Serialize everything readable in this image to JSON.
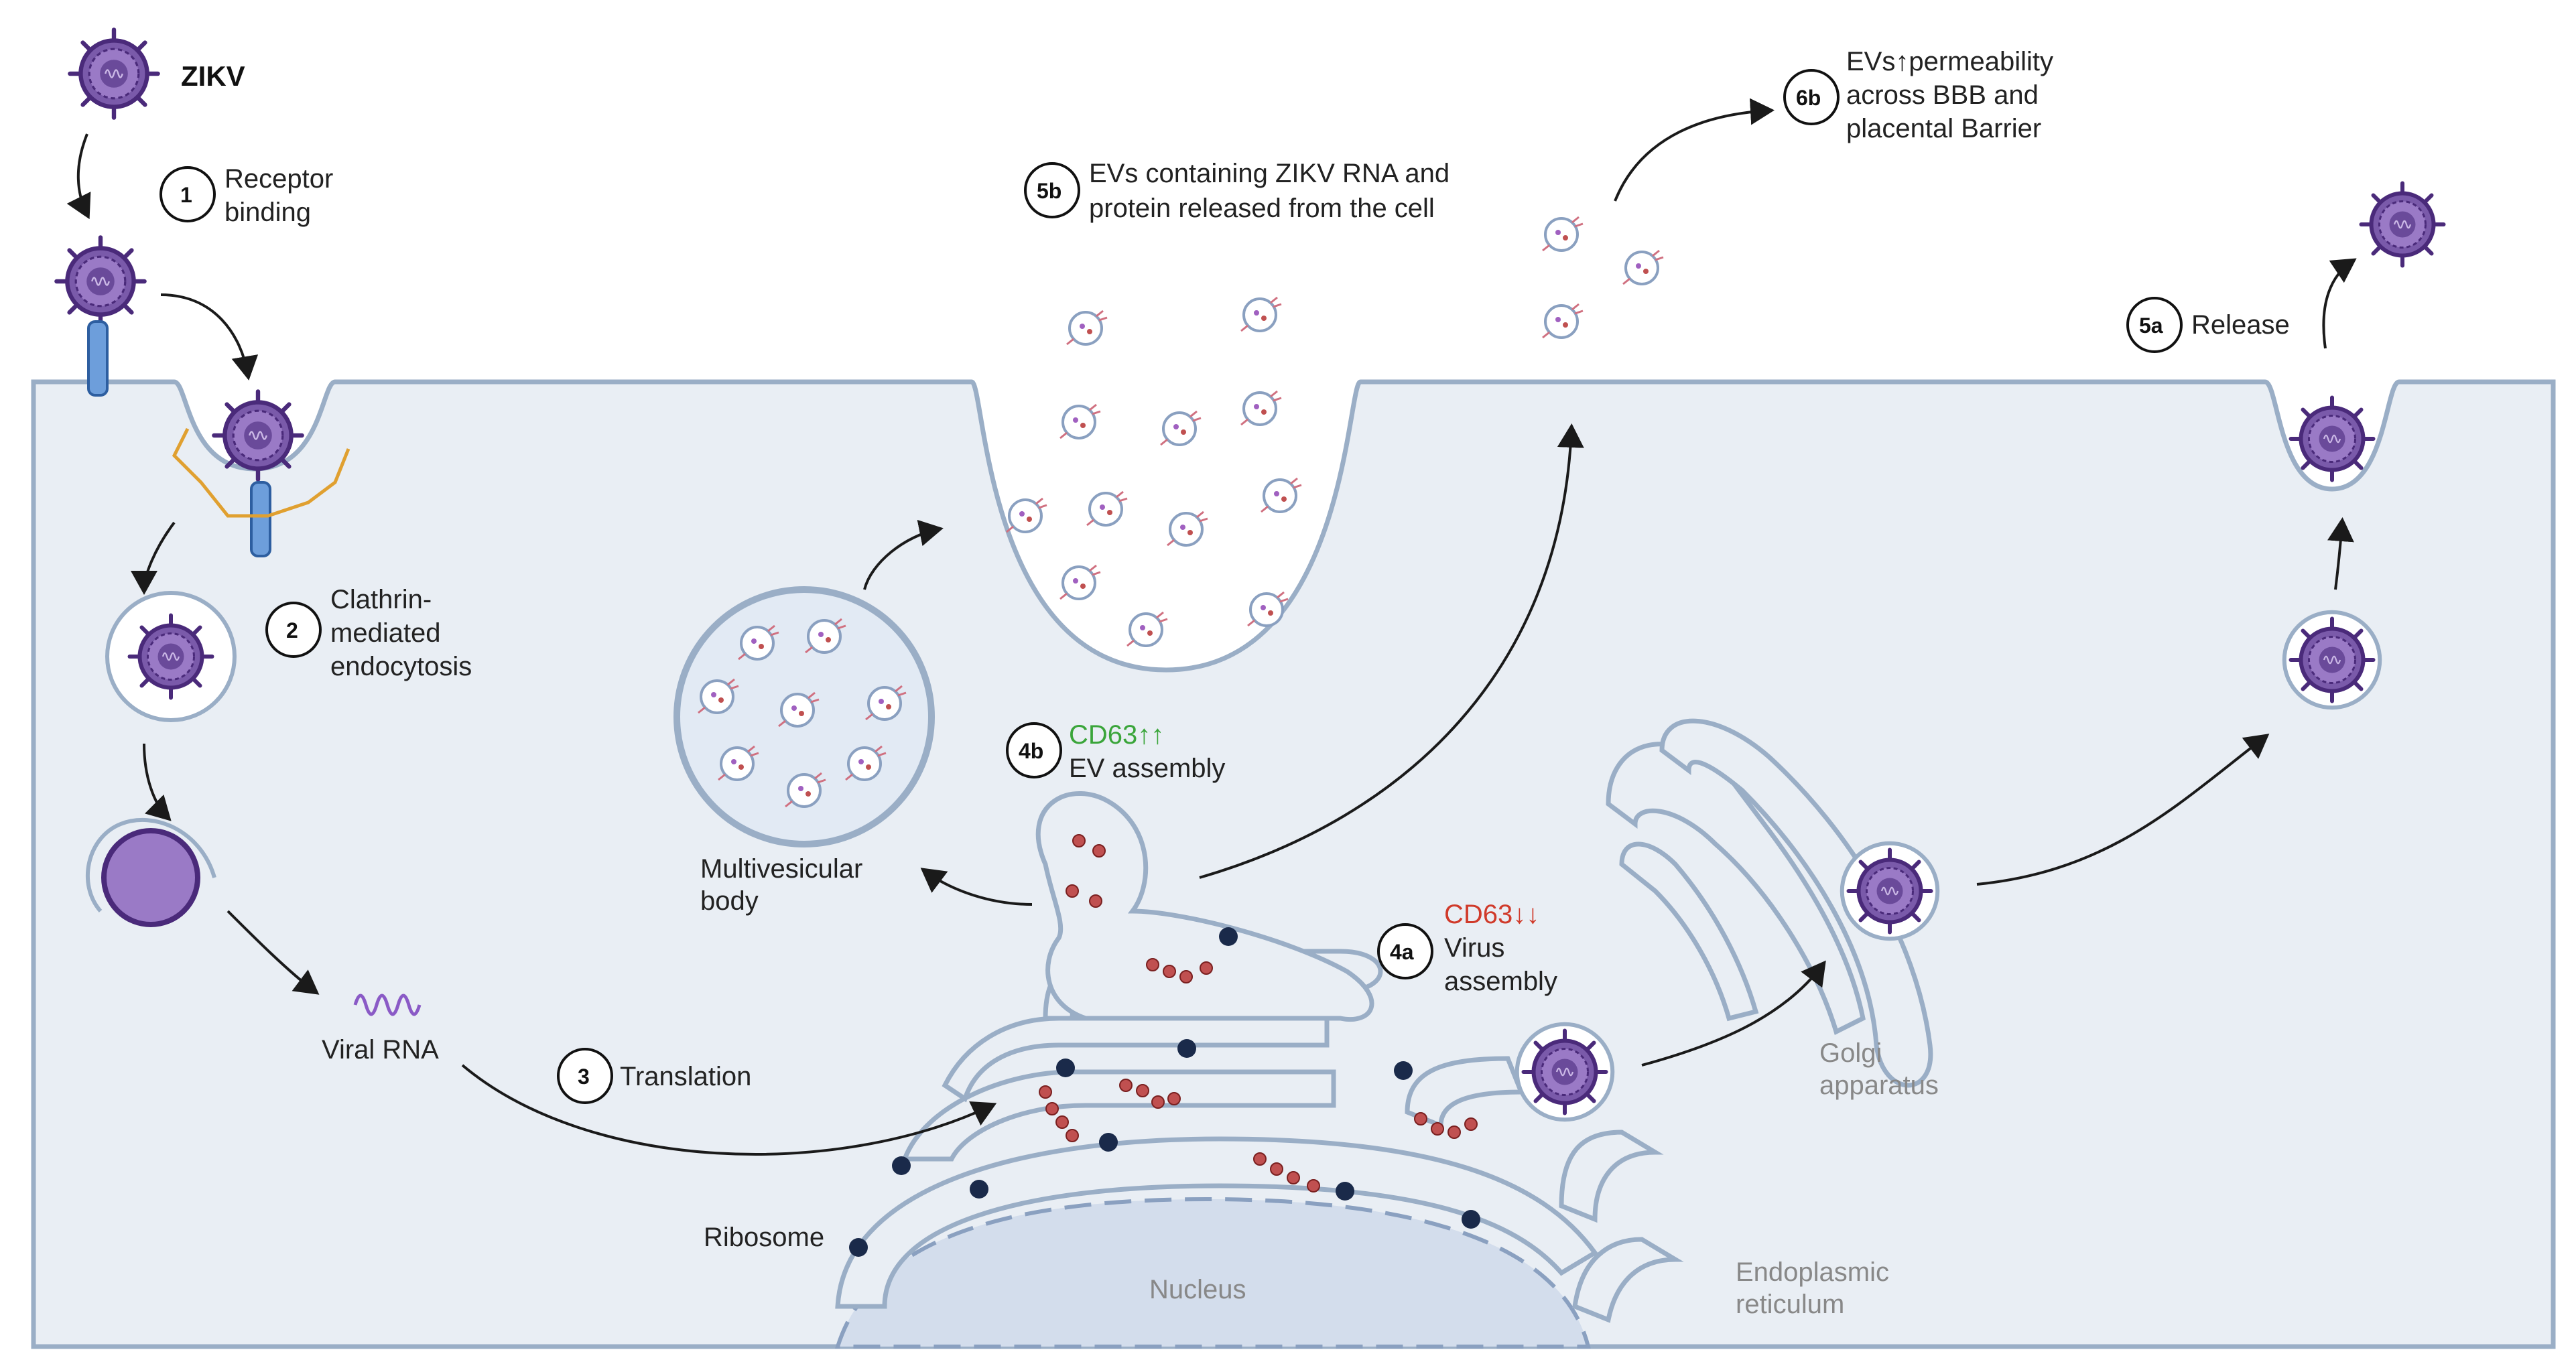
{
  "labels": {
    "zikv": "ZIKV",
    "receptor_binding": [
      "Receptor",
      "binding"
    ],
    "clathrin": [
      "Clathrin-",
      "mediated",
      "endocytosis"
    ],
    "viral_rna": "Viral RNA",
    "translation": "Translation",
    "ribosome": "Ribosome",
    "nucleus": "Nucleus",
    "er": [
      "Endoplasmic",
      "reticulum"
    ],
    "golgi": [
      "Golgi",
      "apparatus"
    ],
    "mvb": [
      "Multivesicular",
      "body"
    ],
    "ev_assembly_cd63": "CD63↑↑",
    "ev_assembly": "EV assembly",
    "virus_assembly_cd63": "CD63↓↓",
    "virus_assembly": [
      "Virus",
      "assembly"
    ],
    "evs_released": [
      "EVs containing ZIKV RNA and",
      "protein released from the cell"
    ],
    "evs_permeability": [
      "EVs↑permeability",
      "across BBB and",
      "placental Barrier"
    ],
    "release": "Release"
  },
  "steps": {
    "s1": "1",
    "s2": "2",
    "s3": "3",
    "s4a": "4a",
    "s4b": "4b",
    "s5a": "5a",
    "s5b": "5b",
    "s6b": "6b"
  },
  "colors": {
    "cytoplasm": "#e9eef4",
    "membrane": "#9aaec6",
    "virus": "#6a4a9a",
    "receptor": "#6d9edb",
    "clathrin": "#e0a030",
    "up_green": "#3aa53a",
    "down_red": "#d03a2a",
    "ribosome": "#1a2a4a",
    "protein": "#c05050"
  }
}
